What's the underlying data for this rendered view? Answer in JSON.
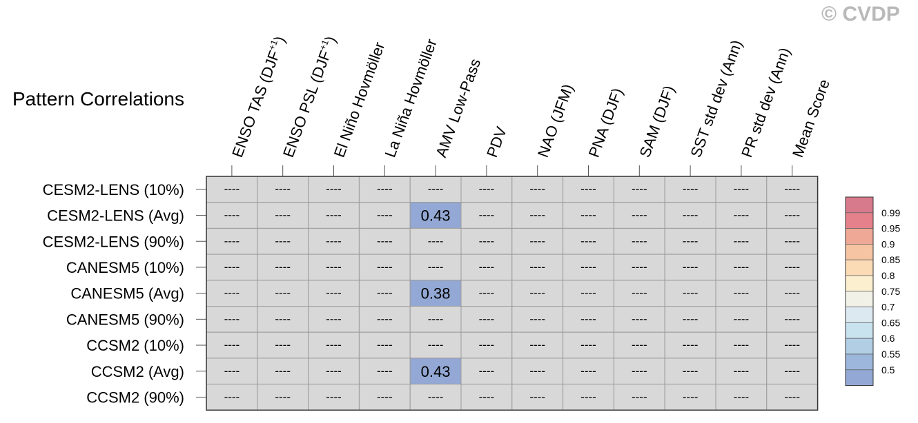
{
  "watermark": "© CVDP",
  "chart_data": {
    "type": "heatmap",
    "title": "Pattern Correlations",
    "columns": [
      "ENSO TAS (DJF+1)",
      "ENSO PSL (DJF+1)",
      "El Niño Hovmöller",
      "La Niña Hovmöller",
      "AMV Low-Pass",
      "PDV",
      "NAO (JFM)",
      "PNA (DJF)",
      "SAM (DJF)",
      "SST std dev (Ann)",
      "PR std dev (Ann)",
      "Mean Score"
    ],
    "rows": [
      "CESM2-LENS (10%)",
      "CESM2-LENS (Avg)",
      "CESM2-LENS (90%)",
      "CANESM5 (10%)",
      "CANESM5 (Avg)",
      "CANESM5 (90%)",
      "CCSM2 (10%)",
      "CCSM2 (Avg)",
      "CCSM2 (90%)"
    ],
    "values": [
      [
        null,
        null,
        null,
        null,
        null,
        null,
        null,
        null,
        null,
        null,
        null,
        null
      ],
      [
        null,
        null,
        null,
        null,
        0.43,
        null,
        null,
        null,
        null,
        null,
        null,
        null
      ],
      [
        null,
        null,
        null,
        null,
        null,
        null,
        null,
        null,
        null,
        null,
        null,
        null
      ],
      [
        null,
        null,
        null,
        null,
        null,
        null,
        null,
        null,
        null,
        null,
        null,
        null
      ],
      [
        null,
        null,
        null,
        null,
        0.38,
        null,
        null,
        null,
        null,
        null,
        null,
        null
      ],
      [
        null,
        null,
        null,
        null,
        null,
        null,
        null,
        null,
        null,
        null,
        null,
        null
      ],
      [
        null,
        null,
        null,
        null,
        null,
        null,
        null,
        null,
        null,
        null,
        null,
        null
      ],
      [
        null,
        null,
        null,
        null,
        0.43,
        null,
        null,
        null,
        null,
        null,
        null,
        null
      ],
      [
        null,
        null,
        null,
        null,
        null,
        null,
        null,
        null,
        null,
        null,
        null,
        null
      ]
    ],
    "missing_label": "----",
    "missing_color": "#d8d8d8",
    "colorbar": {
      "labels": [
        "0.99",
        "0.95",
        "0.9",
        "0.85",
        "0.8",
        "0.75",
        "0.7",
        "0.65",
        "0.6",
        "0.55",
        "0.5"
      ],
      "colors": [
        "#d77a8c",
        "#e5818a",
        "#efa896",
        "#f6c4a2",
        "#fbdbb6",
        "#fcefcf",
        "#f1f1e8",
        "#dde9f0",
        "#c8e2ee",
        "#b1cee4",
        "#9cb6dc",
        "#93a8d4"
      ]
    }
  }
}
